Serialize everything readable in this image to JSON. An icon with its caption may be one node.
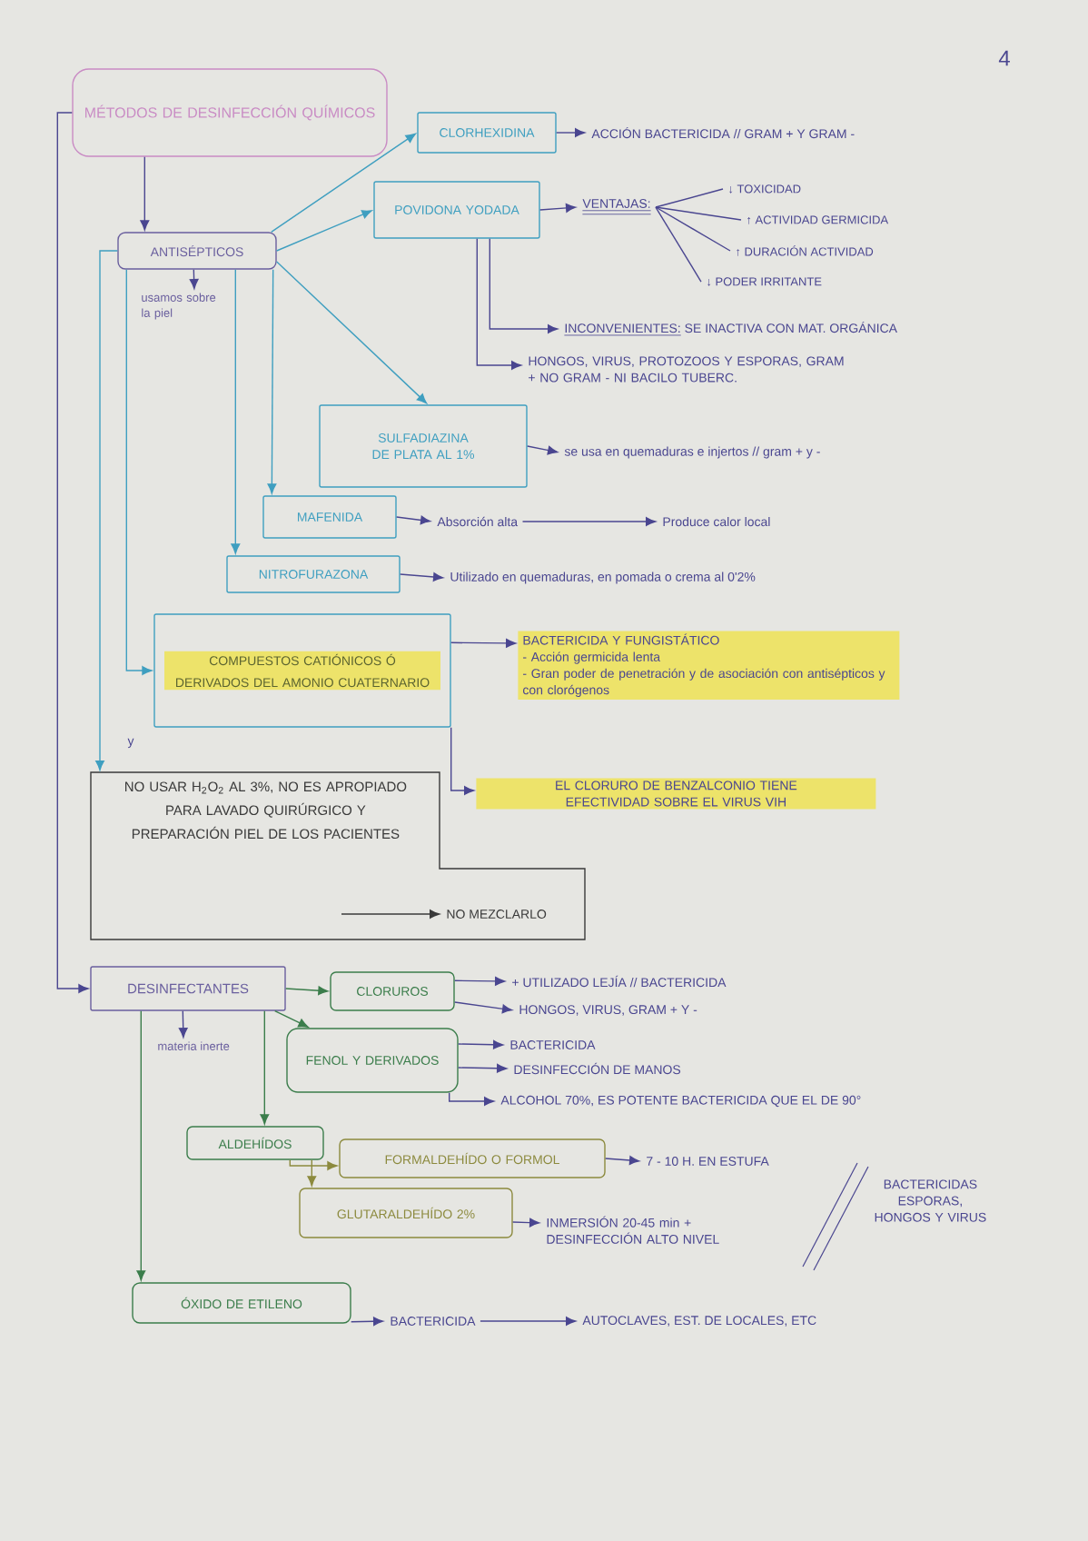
{
  "diagram": {
    "nodes": [
      {
        "text": [
          "MÉTODOS DE DESINFECCIÓN QUÍMICOS"
        ]
      },
      {
        "text": [
          "CLORHEXIDINA"
        ]
      },
      {
        "text": [
          "ACCIÓN BACTERICIDA // GRAM + Y GRAM -"
        ]
      },
      {
        "text": [
          "POVIDONA YODADA"
        ]
      },
      {
        "text": [
          "VENTAJAS:"
        ]
      },
      {
        "text": [
          "↓ TOXICIDAD"
        ]
      },
      {
        "text": [
          "↑ ACTIVIDAD GERMICIDA"
        ]
      },
      {
        "text": [
          "↑ DURACIÓN ACTIVIDAD"
        ]
      },
      {
        "text": [
          "↓ PODER IRRITANTE"
        ]
      },
      {
        "text": [
          "ANTISÉPTICOS"
        ]
      },
      {
        "text": [
          "usamos sobre la piel"
        ]
      },
      {
        "text": [
          "INCONVENIENTES:",
          "SE INACTIVA CON MAT. ORGÁNICA"
        ]
      },
      {
        "text": [
          "HONGOS, VIRUS, PROTOZOOS Y ESPORAS, GRAM + NO GRAM - NI BACILO TUBERC."
        ]
      },
      {
        "text": [
          "SULFADIAZINA DE PLATA AL 1%"
        ]
      },
      {
        "text": [
          "se usa en quemaduras e injertos // gram + y -"
        ]
      },
      {
        "text": [
          "MAFENIDA"
        ]
      },
      {
        "text": [
          "Absorción alta"
        ]
      },
      {
        "text": [
          "Produce calor local"
        ]
      },
      {
        "text": [
          "NITROFURAZONA"
        ]
      },
      {
        "text": [
          "Utilizado en quemaduras, en pomada o crema al 0'2%"
        ]
      },
      {
        "text": [
          "COMPUESTOS CATIÓNICOS Ó DERIVADOS DEL AMONIO CUATERNARIO"
        ]
      },
      {
        "text": [
          "BACTERICIDA Y FUNGISTÁTICO",
          "- Acción germicida lenta",
          "- Gran poder de penetración y de asociación con antisépticos y con clorógenos"
        ]
      },
      {
        "text": [
          "EL CLORURO DE BENZALCONIO TIENE EFECTIVIDAD SOBRE EL VIRUS VIH"
        ]
      },
      {
        "text": [
          "NO USAR H$_{2}$O$_{2}$ AL 3%, NO ES APROPIADO PARA LAVADO QUIRÚRGICO Y PREPARACIÓN PIEL DE LOS PACIENTES"
        ]
      },
      {
        "text": [
          "NO MEZCLARLO"
        ],
        "in": 23
      },
      {
        "text": [
          "DESINFECTANTES"
        ]
      },
      {
        "text": [
          "materia inerte"
        ]
      },
      {
        "text": [
          "CLORUROS"
        ]
      },
      {
        "text": [
          "+ UTILIZADO LEJÍA // BACTERICIDA"
        ]
      },
      {
        "text": [
          "HONGOS, VIRUS, GRAM + Y -"
        ]
      },
      {
        "text": [
          "FENOL Y DERIVADOS"
        ]
      },
      {
        "text": [
          "BACTERICIDA"
        ]
      },
      {
        "text": [
          "DESINFECCIÓN DE MANOS"
        ]
      },
      {
        "text": [
          "ALCOHOL 70%, ES POTENTE BACTERICIDA QUE EL DE 90°"
        ]
      },
      {
        "text": [
          "ALDEHÍDOS"
        ]
      },
      {
        "text": [
          "FORMALDEHÍDO O FORMOL"
        ]
      },
      {
        "text": [
          "7 - 10 H. EN ESTUFA"
        ]
      },
      {
        "text": [
          "GLUTARALDEHÍDO 2%"
        ]
      },
      {
        "text": [
          "INMERSIÓN 20-45 min + DESINFECCIÓN ALTO NIVEL"
        ]
      },
      {
        "text": [
          "ÓXIDO DE ETILENO"
        ]
      },
      {
        "text": [
          "BACTERICIDA"
        ]
      },
      {
        "text": [
          "AUTOCLAVES, EST. DE LOCALES, ETC"
        ]
      }
    ],
    "edges": [
      {
        "from": 0,
        "to": 9,
        "arrow": "to"
      },
      {
        "from": 0,
        "to": 25,
        "arrow": "to"
      },
      {
        "from": 9,
        "to": 10,
        "arrow": "to"
      },
      {
        "from": 9,
        "to": 1,
        "arrow": "to",
        "color": "#3f9fc0"
      },
      {
        "from": 9,
        "to": 3,
        "arrow": "to",
        "color": "#3f9fc0"
      },
      {
        "from": 9,
        "to": 13,
        "arrow": "to",
        "color": "#3f9fc0"
      },
      {
        "from": 9,
        "to": 15,
        "arrow": "to",
        "color": "#3f9fc0"
      },
      {
        "from": 9,
        "to": 18,
        "arrow": "to",
        "color": "#3f9fc0"
      },
      {
        "from": 9,
        "to": 20,
        "arrow": "to",
        "color": "#3f9fc0"
      },
      {
        "from": 9,
        "to": 23,
        "arrow": "to",
        "color": "#3f9fc0"
      },
      {
        "from": 1,
        "to": 2,
        "arrow": "to"
      },
      {
        "from": 3,
        "to": 4,
        "arrow": "to"
      },
      {
        "from": 4,
        "to": 5,
        "arrow": "none"
      },
      {
        "from": 4,
        "to": 6,
        "arrow": "none"
      },
      {
        "from": 4,
        "to": 7,
        "arrow": "none"
      },
      {
        "from": 4,
        "to": 8,
        "arrow": "none"
      },
      {
        "from": 3,
        "to": 11,
        "arrow": "to"
      },
      {
        "from": 3,
        "to": 12,
        "arrow": "to"
      },
      {
        "from": 13,
        "to": 14,
        "arrow": "to"
      },
      {
        "from": 15,
        "to": 16,
        "arrow": "to"
      },
      {
        "from": 16,
        "to": 17,
        "arrow": "to"
      },
      {
        "from": 18,
        "to": 19,
        "arrow": "to"
      },
      {
        "from": 20,
        "to": 21,
        "arrow": "to"
      },
      {
        "from": 20,
        "to": 22,
        "arrow": "to"
      },
      {
        "from": null,
        "to": 24,
        "arrow": "to",
        "color": "#3a3a3a"
      },
      {
        "from": 25,
        "to": 26,
        "arrow": "to"
      },
      {
        "from": 25,
        "to": 27,
        "arrow": "to",
        "color": "#3b7d4b"
      },
      {
        "from": 25,
        "to": 30,
        "arrow": "to",
        "color": "#3b7d4b"
      },
      {
        "from": 25,
        "to": 34,
        "arrow": "to",
        "color": "#3b7d4b"
      },
      {
        "from": 25,
        "to": 39,
        "arrow": "to",
        "color": "#3b7d4b"
      },
      {
        "from": 27,
        "to": 28,
        "arrow": "to"
      },
      {
        "from": 27,
        "to": 29,
        "arrow": "to"
      },
      {
        "from": 30,
        "to": 31,
        "arrow": "to"
      },
      {
        "from": 30,
        "to": 32,
        "arrow": "to"
      },
      {
        "from": 30,
        "to": 33,
        "arrow": "to"
      },
      {
        "from": 34,
        "to": 35,
        "arrow": "to",
        "color": "#8c8a3e"
      },
      {
        "from": 34,
        "to": 37,
        "arrow": "to",
        "color": "#8c8a3e"
      },
      {
        "from": 35,
        "to": 36,
        "arrow": "to"
      },
      {
        "from": 37,
        "to": 38,
        "arrow": "to"
      },
      {
        "from": 39,
        "to": 40,
        "arrow": "to"
      },
      {
        "from": 40,
        "to": 41,
        "arrow": "to"
      }
    ],
    "labels": [
      "4",
      "y",
      "BACTERICIDAS ESPORAS, HONGOS Y VIRUS"
    ]
  }
}
